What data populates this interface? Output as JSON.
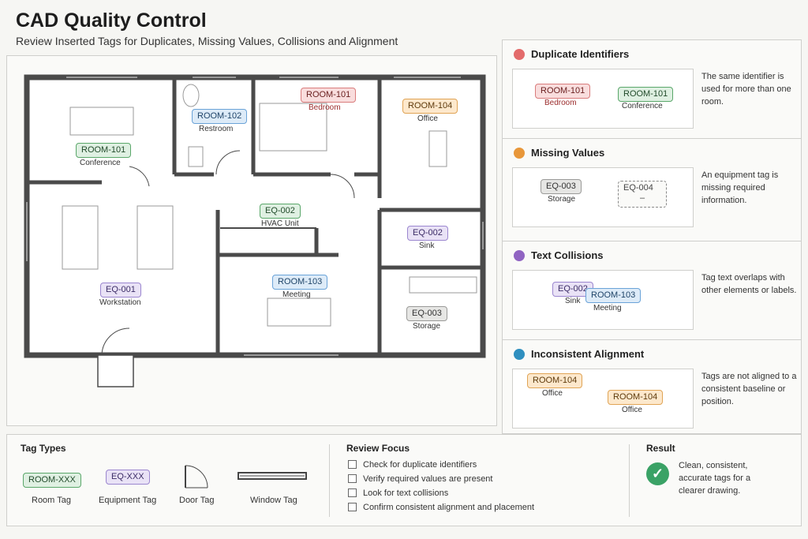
{
  "header": {
    "title": "CAD Quality Control",
    "subtitle": "Review Inserted Tags for Duplicates, Missing Values, Collisions and Alignment"
  },
  "floorplan": {
    "tags": [
      {
        "id": "ROOM-101",
        "label": "Conference"
      },
      {
        "id": "ROOM-102",
        "label": "Restroom"
      },
      {
        "id": "ROOM-101",
        "label": "Bedroom"
      },
      {
        "id": "ROOM-104",
        "label": "Office"
      },
      {
        "id": "EQ-002",
        "label": "HVAC Unit"
      },
      {
        "id": "EQ-002",
        "label": "Sink"
      },
      {
        "id": "EQ-001",
        "label": "Workstation"
      },
      {
        "id": "ROOM-103",
        "label": "Meeting"
      },
      {
        "id": "EQ-003",
        "label": "Storage"
      }
    ]
  },
  "issues": [
    {
      "title": "Duplicate Identifiers",
      "color": "#e36b6b",
      "description": "The same identifier is used for more than one room.",
      "tags": [
        {
          "id": "ROOM-101",
          "label": "Bedroom"
        },
        {
          "id": "ROOM-101",
          "label": "Conference"
        }
      ]
    },
    {
      "title": "Missing Values",
      "color": "#e8973a",
      "description": "An equipment tag is missing required information.",
      "tags": [
        {
          "id": "EQ-003",
          "label": "Storage"
        },
        {
          "id": "EQ-004",
          "label": "–"
        }
      ]
    },
    {
      "title": "Text Collisions",
      "color": "#9064c2",
      "description": "Tag text overlaps with other elements or labels.",
      "tags": [
        {
          "id": "EQ-002",
          "label": "Sink"
        },
        {
          "id": "ROOM-103",
          "label": "Meeting"
        }
      ]
    },
    {
      "title": "Inconsistent Alignment",
      "color": "#2f8fbf",
      "description": "Tags are not aligned to a consistent baseline or position.",
      "tags": [
        {
          "id": "ROOM-104",
          "label": "Office"
        },
        {
          "id": "ROOM-104",
          "label": "Office"
        }
      ]
    }
  ],
  "tag_types": {
    "title": "Tag Types",
    "items": [
      {
        "sample": "ROOM-XXX",
        "caption": "Room Tag"
      },
      {
        "sample": "EQ-XXX",
        "caption": "Equipment Tag"
      },
      {
        "sample": "",
        "caption": "Door Tag"
      },
      {
        "sample": "",
        "caption": "Window Tag"
      }
    ]
  },
  "review_focus": {
    "title": "Review Focus",
    "items": [
      "Check for duplicate identifiers",
      "Verify required values are present",
      "Look for text collisions",
      "Confirm consistent alignment and placement"
    ]
  },
  "result": {
    "title": "Result",
    "text": "Clean, consistent, accurate tags for a clearer drawing.",
    "color": "#3aa266"
  }
}
